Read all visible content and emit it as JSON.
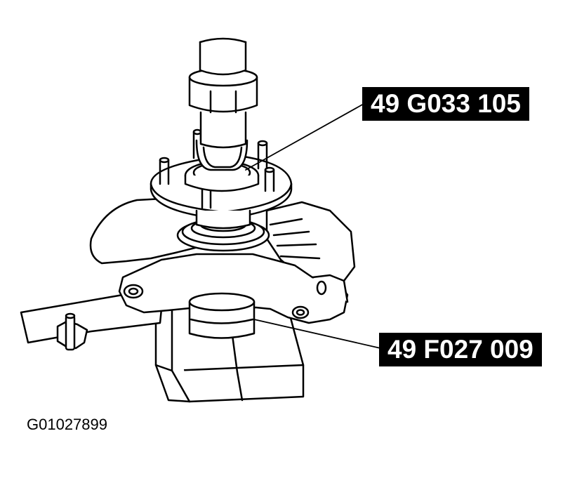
{
  "callouts": {
    "top": "49 G033 105",
    "bottom": "49 F027 009"
  },
  "figure_id": "G01027899",
  "colors": {
    "line": "#000000",
    "background": "#ffffff",
    "label_bg": "#000000",
    "label_text": "#ffffff"
  }
}
